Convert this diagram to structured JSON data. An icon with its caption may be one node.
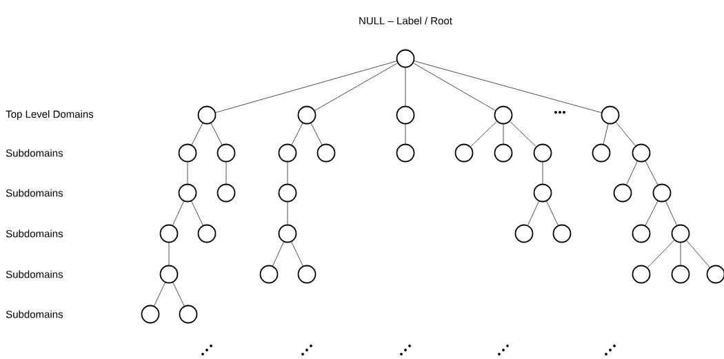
{
  "diagram": {
    "nodes": [
      {
        "text": [],
        "shape": "circle",
        "beside": [
          "NULL – Label / Root"
        ]
      },
      {
        "text": [],
        "shape": "circle"
      },
      {
        "text": [],
        "shape": "circle"
      },
      {
        "text": [],
        "shape": "circle"
      },
      {
        "text": [],
        "shape": "circle"
      },
      {
        "text": [],
        "shape": "circle"
      },
      {
        "text": [],
        "shape": "circle"
      },
      {
        "text": [],
        "shape": "circle"
      },
      {
        "text": [],
        "shape": "circle"
      },
      {
        "text": [],
        "shape": "circle"
      },
      {
        "text": [],
        "shape": "circle"
      },
      {
        "text": [],
        "shape": "circle"
      },
      {
        "text": [],
        "shape": "circle"
      },
      {
        "text": [],
        "shape": "circle"
      },
      {
        "text": [],
        "shape": "circle"
      },
      {
        "text": [],
        "shape": "circle"
      },
      {
        "text": [],
        "shape": "circle"
      },
      {
        "text": [],
        "shape": "circle"
      },
      {
        "text": [],
        "shape": "circle"
      },
      {
        "text": [],
        "shape": "circle"
      },
      {
        "text": [],
        "shape": "circle"
      },
      {
        "text": [],
        "shape": "circle"
      },
      {
        "text": [],
        "shape": "circle"
      },
      {
        "text": [],
        "shape": "circle"
      },
      {
        "text": [],
        "shape": "circle"
      },
      {
        "text": [],
        "shape": "circle"
      },
      {
        "text": [],
        "shape": "circle"
      },
      {
        "text": [],
        "shape": "circle"
      },
      {
        "text": [],
        "shape": "circle"
      },
      {
        "text": [],
        "shape": "circle"
      },
      {
        "text": [],
        "shape": "circle"
      },
      {
        "text": [],
        "shape": "circle"
      },
      {
        "text": [],
        "shape": "circle"
      },
      {
        "text": [],
        "shape": "circle"
      },
      {
        "text": [],
        "shape": "circle"
      },
      {
        "text": [],
        "shape": "circle"
      },
      {
        "text": [],
        "shape": "circle"
      }
    ],
    "edges": [
      {
        "from": 0,
        "to": 1,
        "arrow": "none"
      },
      {
        "from": 0,
        "to": 2,
        "arrow": "none"
      },
      {
        "from": 0,
        "to": 3,
        "arrow": "none"
      },
      {
        "from": 0,
        "to": 4,
        "arrow": "none"
      },
      {
        "from": 0,
        "to": 5,
        "arrow": "none"
      },
      {
        "from": 1,
        "to": 6,
        "arrow": "none"
      },
      {
        "from": 1,
        "to": 7,
        "arrow": "none"
      },
      {
        "from": 2,
        "to": 8,
        "arrow": "none"
      },
      {
        "from": 2,
        "to": 9,
        "arrow": "none"
      },
      {
        "from": 3,
        "to": 10,
        "arrow": "none"
      },
      {
        "from": 4,
        "to": 11,
        "arrow": "none"
      },
      {
        "from": 4,
        "to": 12,
        "arrow": "none"
      },
      {
        "from": 4,
        "to": 13,
        "arrow": "none"
      },
      {
        "from": 5,
        "to": 14,
        "arrow": "none"
      },
      {
        "from": 5,
        "to": 15,
        "arrow": "none"
      },
      {
        "from": 6,
        "to": 16,
        "arrow": "none"
      },
      {
        "from": 7,
        "to": 17,
        "arrow": "none"
      },
      {
        "from": 8,
        "to": 18,
        "arrow": "none"
      },
      {
        "from": 13,
        "to": 19,
        "arrow": "none"
      },
      {
        "from": 15,
        "to": 20,
        "arrow": "none"
      },
      {
        "from": 15,
        "to": 21,
        "arrow": "none"
      },
      {
        "from": 16,
        "to": 22,
        "arrow": "none"
      },
      {
        "from": 16,
        "to": 23,
        "arrow": "none"
      },
      {
        "from": 18,
        "to": 24,
        "arrow": "none"
      },
      {
        "from": 19,
        "to": 25,
        "arrow": "none"
      },
      {
        "from": 19,
        "to": 26,
        "arrow": "none"
      },
      {
        "from": 21,
        "to": 27,
        "arrow": "none"
      },
      {
        "from": 21,
        "to": 28,
        "arrow": "none"
      },
      {
        "from": 22,
        "to": 29,
        "arrow": "none"
      },
      {
        "from": 24,
        "to": 30,
        "arrow": "none"
      },
      {
        "from": 24,
        "to": 31,
        "arrow": "none"
      },
      {
        "from": 28,
        "to": 32,
        "arrow": "none"
      },
      {
        "from": 28,
        "to": 33,
        "arrow": "none"
      },
      {
        "from": 28,
        "to": 34,
        "arrow": "none"
      },
      {
        "from": 29,
        "to": 35,
        "arrow": "none"
      },
      {
        "from": 29,
        "to": 36,
        "arrow": "none"
      }
    ],
    "labels": [
      "Top Level Domains",
      "Subdomains",
      "Subdomains",
      "Subdomains",
      "Subdomains",
      "Subdomains"
    ]
  }
}
